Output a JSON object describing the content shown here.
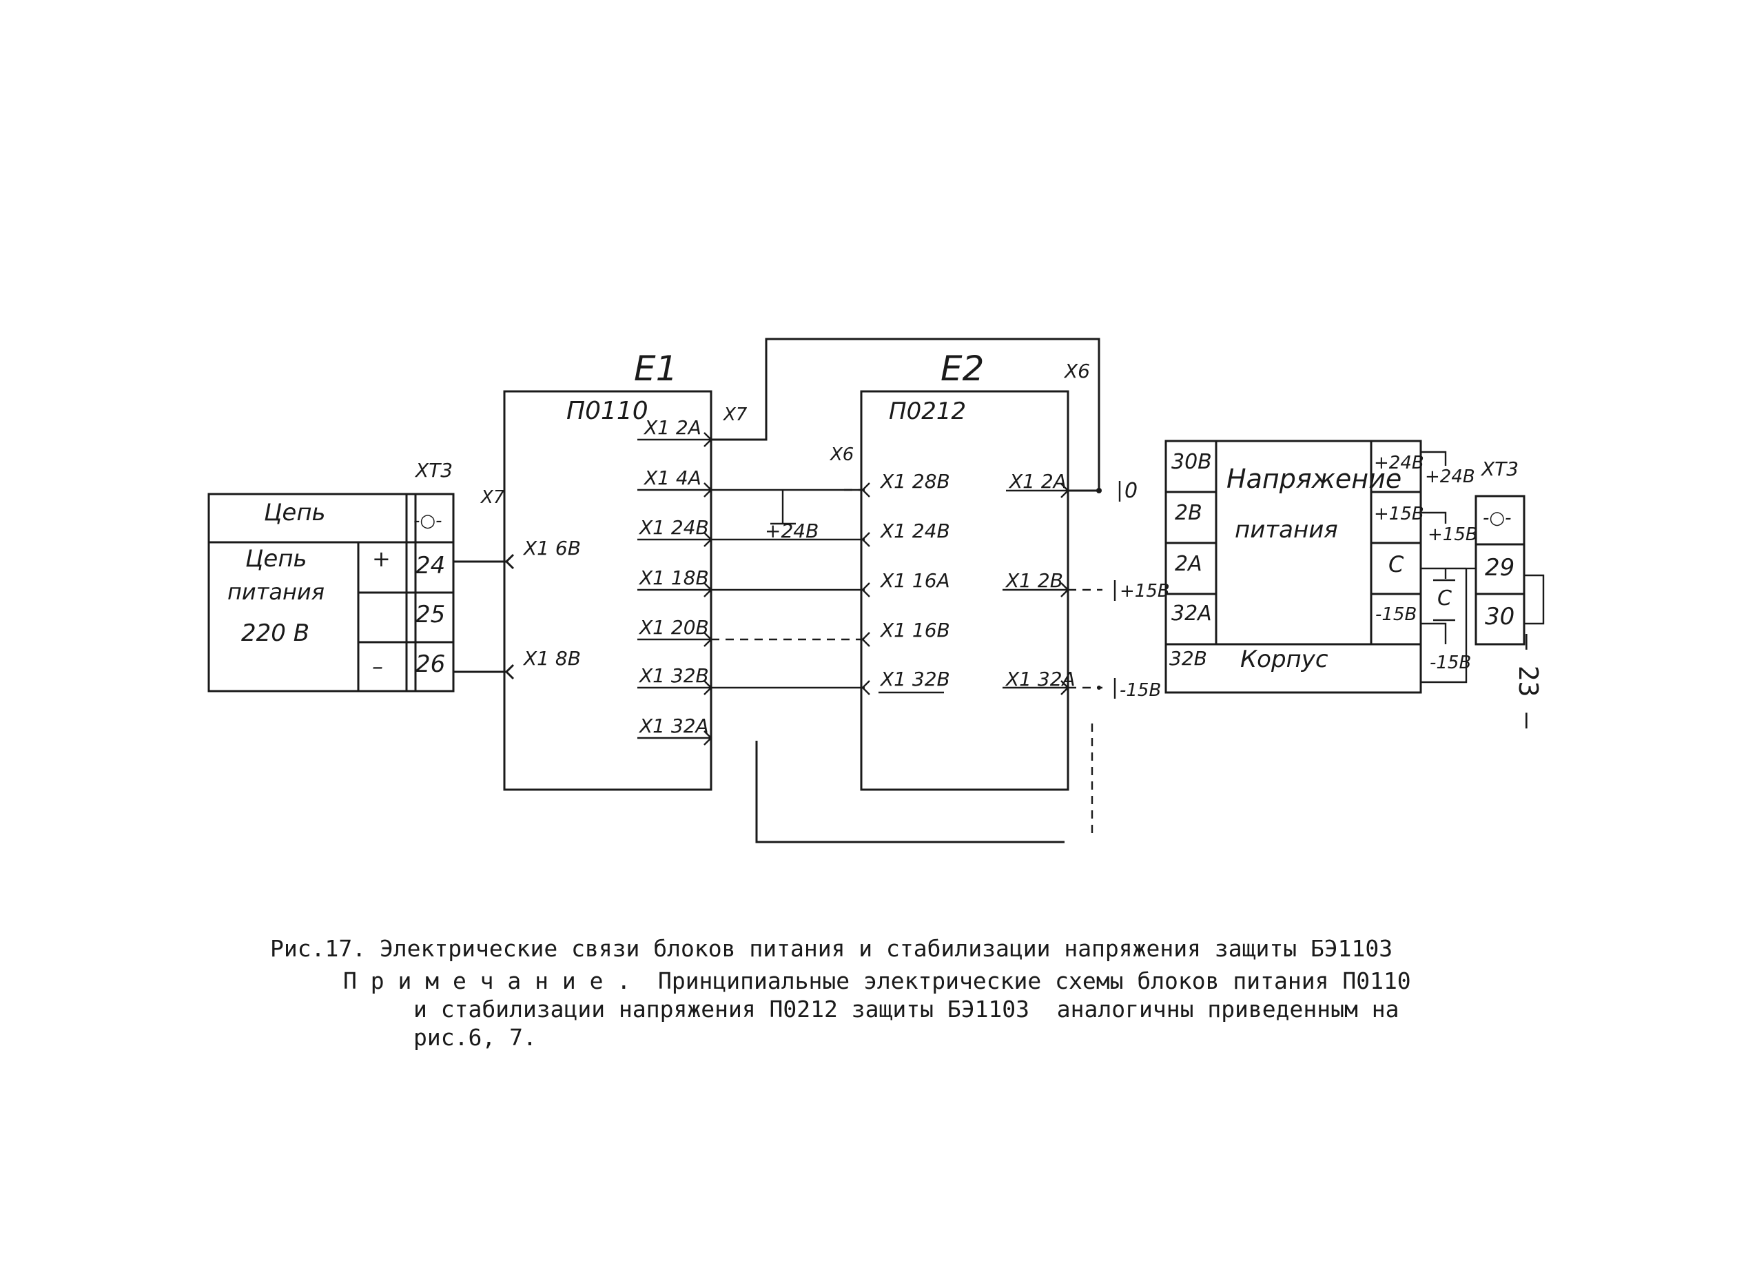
{
  "blocks": {
    "e1": {
      "ref": "E1",
      "type": "П0110"
    },
    "e2": {
      "ref": "E2",
      "type": "П0212"
    },
    "voltage": {
      "title": "Напряжение",
      "title2": "питания",
      "body_label": "Корпус"
    },
    "circuit": {
      "header": "Цепь",
      "line1": "Цепь",
      "line2": "питания",
      "line3": "220 В",
      "plus": "+",
      "minus": "–"
    }
  },
  "connectors": {
    "xt3_left": "XT3",
    "xt3_right": "XT3",
    "x7_left": "X7",
    "x7_top": "X7",
    "x6_mid": "X6",
    "x6_top": "X6"
  },
  "terminals": {
    "left_xt3": [
      "24",
      "25",
      "26"
    ],
    "right_xt3": [
      "29",
      "30"
    ],
    "right_xt3_header": "-○-",
    "left_xt3_header": "-○-"
  },
  "pins": {
    "e1_left": [
      "X1 6В",
      "X1 8В"
    ],
    "e1_right": [
      "X1 2А",
      "X1 4А",
      "X1 24В",
      "X1 18В",
      "X1 20В",
      "X1 32В",
      "X1 32А"
    ],
    "e2_left": [
      "X1 28В",
      "X1 24В",
      "X1 16А",
      "X1 16В",
      "X1 32В"
    ],
    "e2_right": [
      "X1 2А",
      "X1 2В",
      "X1 32А"
    ],
    "voltage_left": [
      "30В",
      "2В",
      "2А",
      "32А",
      "32В"
    ],
    "voltage_right": [
      "+24В",
      "+15В",
      "С",
      "-15В"
    ]
  },
  "labels": {
    "plus24_mid": "+24В",
    "zero": "0",
    "plus15_out": "+15В",
    "minus15_out": "-15В",
    "plus24_side": "+24В",
    "plus15_side": "+15В",
    "c_side": "С",
    "minus15_side": "-15В"
  },
  "caption": {
    "line1": "Рис.17. Электрические связи блоков питания и стабилизации напряжения защиты БЭ1103",
    "line2": "П р и м е ч а н и е .  Принципиальные электрические схемы блоков питания П0110",
    "line3": "и стабилизации напряжения П0212 защиты БЭ1103  аналогичны приведенным на",
    "line4": "рис.6, 7."
  },
  "page_number": "– 23 –"
}
